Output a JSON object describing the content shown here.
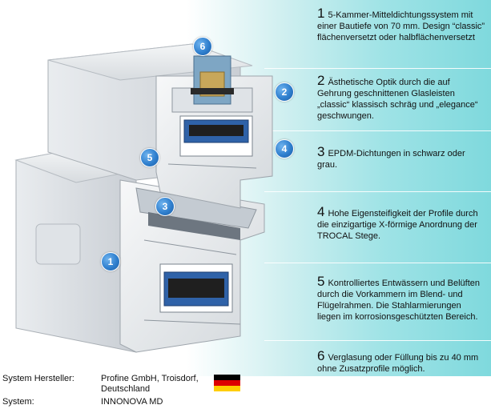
{
  "features": [
    {
      "num": "1",
      "text": "5-Kammer-Mitteldichtungssystem mit einer Bautiefe von 70 mm. Design “classic” flächenversetzt oder halbflächenversetzt"
    },
    {
      "num": "2",
      "text": "Ästhetische Optik durch die auf Gehrung geschnittenen Glasleisten „classic“ klassisch schräg und „elegance“ geschwungen."
    },
    {
      "num": "3",
      "text": "EPDM-Dichtungen in schwarz oder grau."
    },
    {
      "num": "4",
      "text": "Hohe Eigensteifigkeit der Profile durch die einzigartige X-förmige Anordnung der TROCAL Stege."
    },
    {
      "num": "5",
      "text": "Kontrolliertes Entwässern und Belüften durch die Vorkammern im Blend- und Flügelrahmen. Die Stahlarmierungen liegen im korrosionsgeschützten Bereich."
    },
    {
      "num": "6",
      "text": "Verglasung oder Füllung bis zu 40 mm ohne Zusatzprofile möglich."
    }
  ],
  "badges": [
    "1",
    "2",
    "3",
    "4",
    "5",
    "6"
  ],
  "footer": {
    "manufacturer_label": "System Hersteller:",
    "manufacturer_value": "Profine GmbH, Troisdorf, Deutschland",
    "system_label": "System:",
    "system_value": "INNONOVA MD"
  },
  "colors": {
    "accent": "#2f7fce",
    "gradient_end": "#7fd9dd",
    "flag": [
      "#000000",
      "#dd0000",
      "#ffce00"
    ]
  }
}
